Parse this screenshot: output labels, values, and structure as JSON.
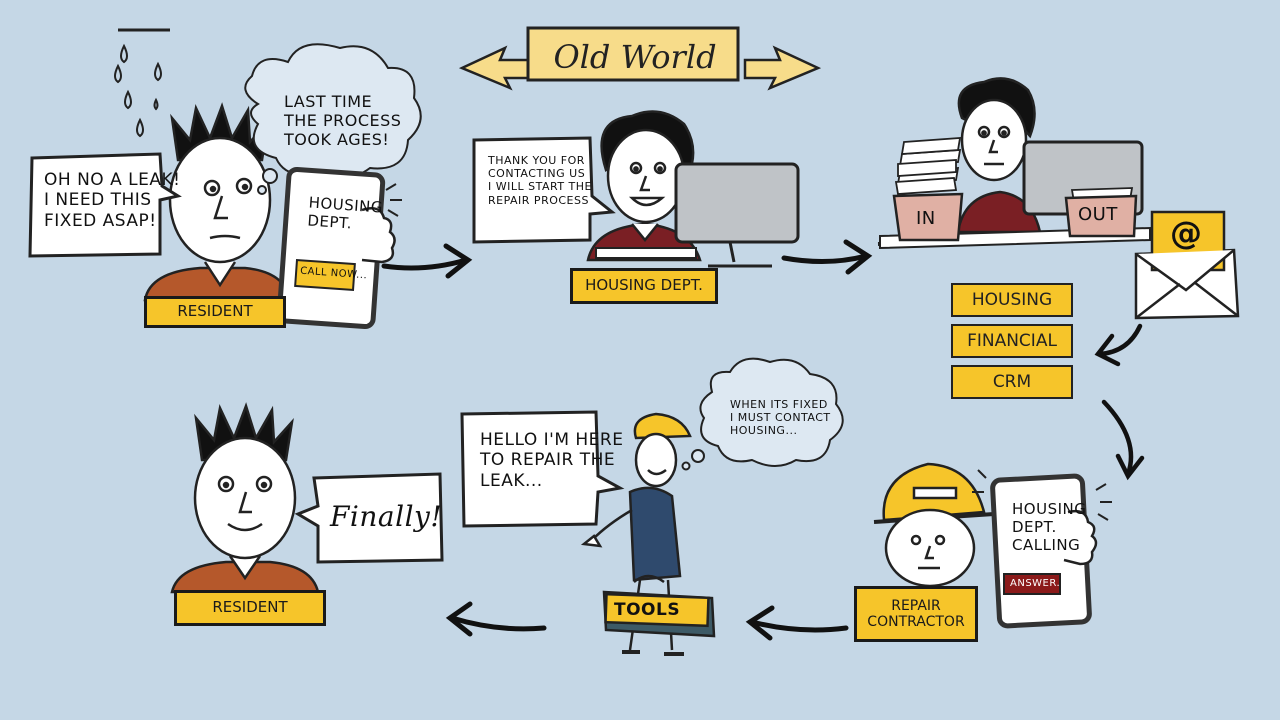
{
  "title": "Old World",
  "scenes": {
    "resident_start": {
      "speech": [
        "OH NO A LEAK!",
        "I NEED THIS",
        "FIXED ASAP!"
      ],
      "thought": [
        "LAST TIME",
        "THE PROCESS",
        "TOOK AGES!"
      ],
      "phone_text": [
        "HOUSING",
        "DEPT."
      ],
      "phone_button": "CALL NOW...",
      "tag": "RESIDENT"
    },
    "housing_agent": {
      "speech": [
        "THANK YOU FOR",
        "CONTACTING US",
        "I WILL START THE",
        "REPAIR PROCESS"
      ],
      "tag": "HOUSING DEPT."
    },
    "back_office": {
      "in_label": "IN",
      "out_label": "OUT",
      "email_symbol": "@"
    },
    "systems": [
      "HOUSING",
      "FINANCIAL",
      "CRM"
    ],
    "contractor": {
      "tag": [
        "REPAIR",
        "CONTRACTOR"
      ],
      "phone_text": [
        "HOUSING",
        "DEPT.",
        "CALLING"
      ],
      "phone_button": "ANSWER..."
    },
    "contractor_visit": {
      "speech": [
        "HELLO I'M HERE",
        "TO REPAIR THE",
        "LEAK..."
      ],
      "thought": [
        "WHEN ITS FIXED",
        "I MUST CONTACT",
        "HOUSING..."
      ],
      "toolbox": "TOOLS"
    },
    "resident_end": {
      "speech": "Finally!",
      "tag": "RESIDENT"
    }
  },
  "colors": {
    "background": "#c5d7e6",
    "tag_yellow": "#f6c52a",
    "banner_yellow": "#f7dc8a",
    "shirt_orange": "#b5582b",
    "shirt_maroon": "#7a1f24",
    "tray_pink": "#e0b0a4",
    "contractor_navy": "#2f4a6d",
    "answer_red": "#8b1a1a"
  }
}
